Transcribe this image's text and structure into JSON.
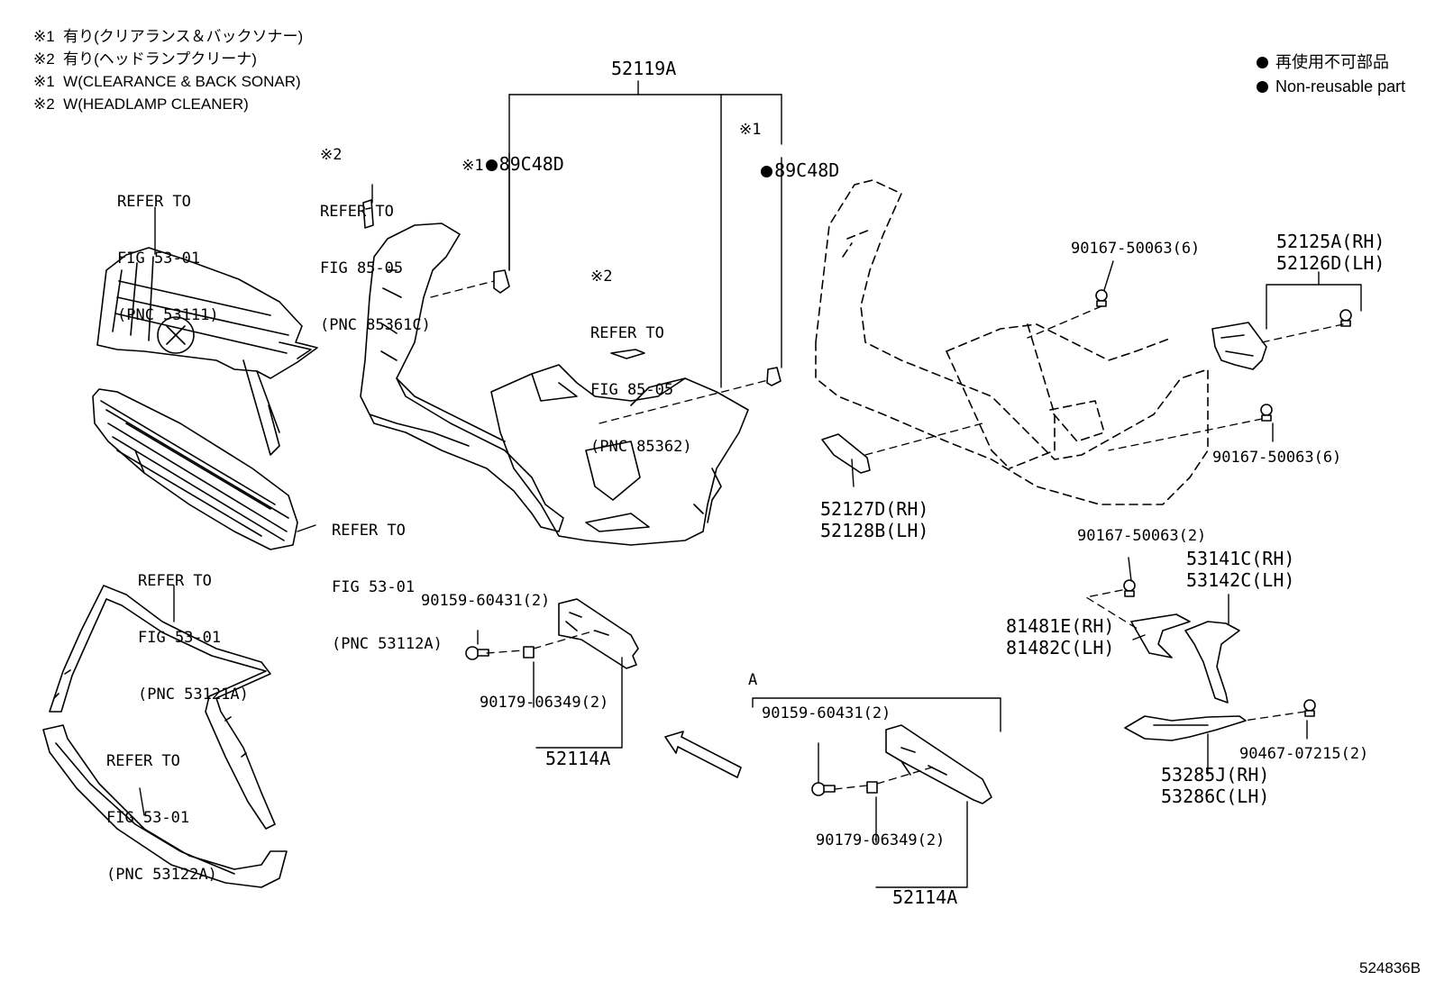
{
  "notes": [
    "※1  有り(クリアランス＆バックソナー)",
    "※2  有り(ヘッドランプクリーナ)",
    "※1  W(CLEARANCE & BACK SONAR)",
    "※2  W(HEADLAMP CLEANER)"
  ],
  "legend": {
    "jp": "再使用不可部品",
    "en": "Non-reusable part"
  },
  "parts": {
    "p52119A": "52119A",
    "p89C48D_left_mark": "※1",
    "p89C48D_left": "89C48D",
    "p89C48D_right_mark": "※1",
    "p89C48D_right": "89C48D",
    "p90167_top": "90167-50063(6)",
    "p90167_right": "90167-50063(6)",
    "p90167_mid": "90167-50063(2)",
    "p52125A": "52125A(RH)",
    "p52126D": "52126D(LH)",
    "p52127D": "52127D(RH)",
    "p52128B": "52128B(LH)",
    "p53141C": "53141C(RH)",
    "p53142C": "53142C(LH)",
    "p81481E": "81481E(RH)",
    "p81482C": "81482C(LH)",
    "p90467": "90467-07215(2)",
    "p53285J": "53285J(RH)",
    "p53286C": "53286C(LH)",
    "p90159_a": "90159-60431(2)",
    "p90179_a": "90179-06349(2)",
    "p52114A_a": "52114A",
    "p90159_b": "90159-60431(2)",
    "p90179_b": "90179-06349(2)",
    "p52114A_b": "52114A",
    "view_a": "A"
  },
  "refs": {
    "grille": {
      "line1": "REFER TO",
      "line2": "FIG 53-01",
      "line3": "(PNC 53111)"
    },
    "lower_grille": {
      "line1": "REFER TO",
      "line2": "FIG 53-01",
      "line3": "(PNC 53112A)"
    },
    "moulding_upper": {
      "line1": "REFER TO",
      "line2": "FIG 53-01",
      "line3": "(PNC 53121A)"
    },
    "moulding_lower": {
      "line1": "REFER TO",
      "line2": "FIG 53-01",
      "line3": "(PNC 53122A)"
    },
    "cleaner_cap": {
      "mark": "※2",
      "line1": "REFER TO",
      "line2": "FIG 85-05",
      "line3": "(PNC 85361C)"
    },
    "cleaner_nozzle": {
      "mark": "※2",
      "line1": "REFER TO",
      "line2": "FIG 85-05",
      "line3": "(PNC 85362)"
    }
  },
  "figure_id": "524836B"
}
